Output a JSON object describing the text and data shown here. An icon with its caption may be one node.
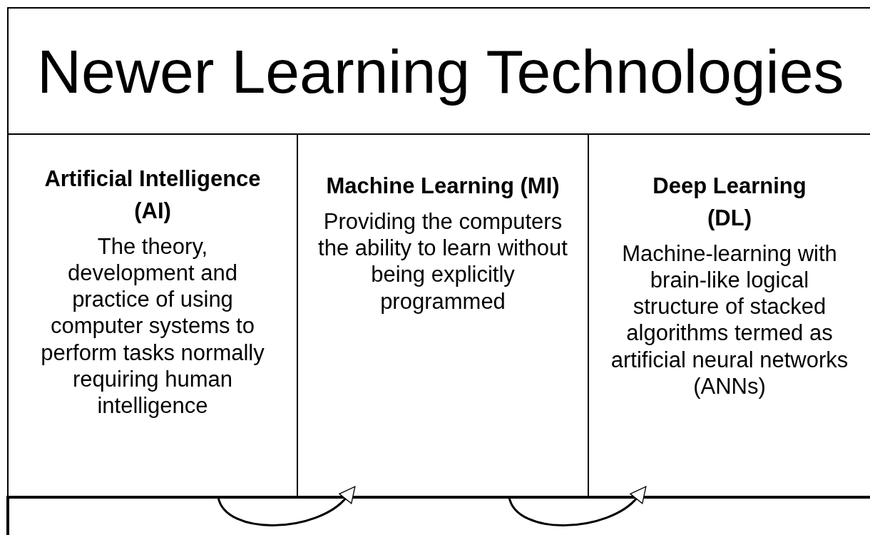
{
  "diagram": {
    "title": "Newer Learning Technologies",
    "nodes": [
      {
        "text": [
          "Artificial Intelligence (AI)",
          "The theory, development and practice of using computer systems to perform tasks normally requiring human intelligence"
        ]
      },
      {
        "text": [
          "Machine Learning (MI)",
          "Providing the computers the ability to learn without being explicitly programmed"
        ]
      },
      {
        "text": [
          "Deep Learning (DL)",
          "Machine-learning with brain-like logical structure of stacked algorithms termed as artificial neural networks (ANNs)"
        ]
      }
    ],
    "edges": [
      {
        "from": 0,
        "to": 1,
        "arrow": "to"
      },
      {
        "from": 1,
        "to": 2,
        "arrow": "to"
      }
    ]
  }
}
